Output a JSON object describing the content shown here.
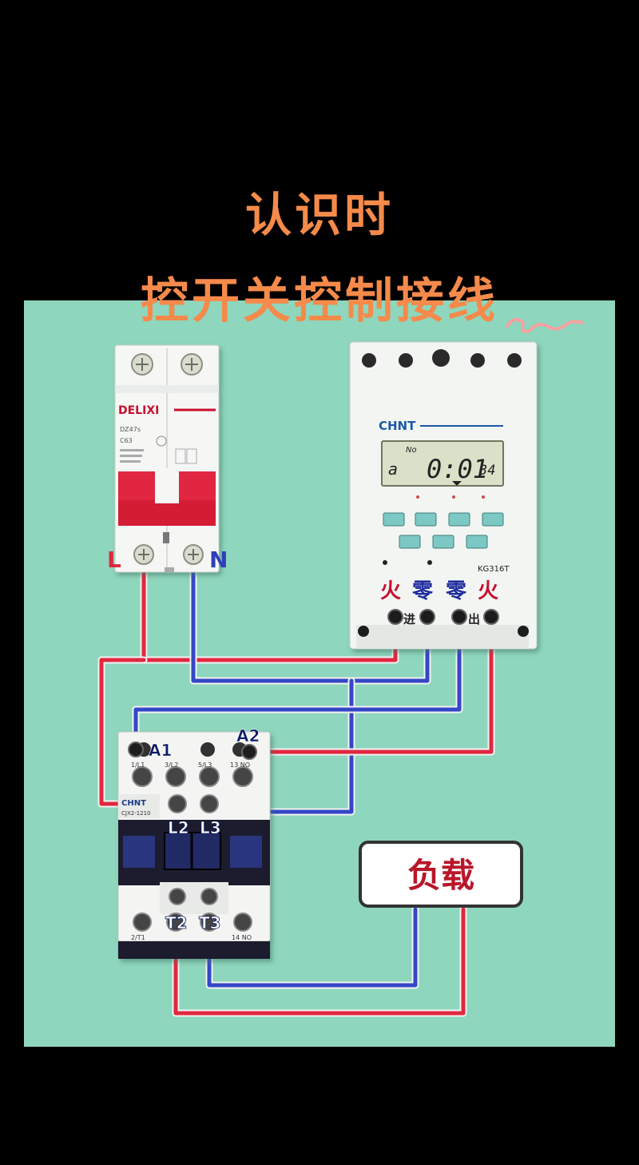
{
  "title": {
    "line1": "认识时",
    "line2": "控开关控制接线"
  },
  "breaker": {
    "brand": "DELIXI",
    "model": "DZ47s",
    "rating": "C63",
    "terminal_left": "L",
    "terminal_right": "N"
  },
  "timer": {
    "brand": "CHNT",
    "lcd_label": "No",
    "lcd_day": "a",
    "lcd_time": "0:01",
    "lcd_seconds": "34",
    "model": "KG316T",
    "terminal_labels": [
      "火",
      "零",
      "零",
      "火"
    ],
    "in_label": "进",
    "out_label": "出"
  },
  "contactor": {
    "brand": "CHNT",
    "model": "CJX2-1210",
    "coil_a1": "A1",
    "coil_a2": "A2",
    "top_terms": [
      "1/L1",
      "3/L2",
      "5/L3",
      "13 NO"
    ],
    "input_labels": [
      "L2",
      "L3"
    ],
    "output_labels": [
      "T2",
      "T3"
    ],
    "bottom_terms": [
      "2/T1",
      "14 NO"
    ]
  },
  "load": {
    "label": "负载"
  },
  "colors": {
    "live_wire": "#e0283f",
    "neutral_wire": "#3347c6",
    "board": "#8ed6bd",
    "title": "#f58a4a"
  }
}
